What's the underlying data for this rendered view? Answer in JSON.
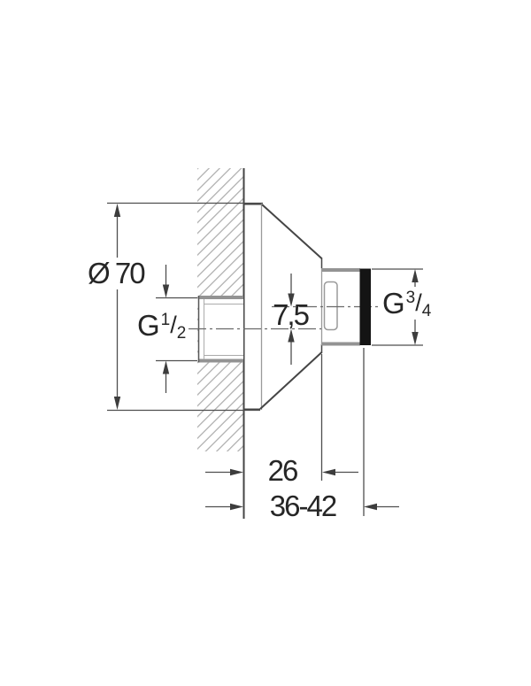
{
  "drawing": {
    "labels": {
      "diameter": "Ø 70",
      "offset": "7,5",
      "distance_wall_min": "26",
      "distance_wall_range": "36-42",
      "inlet_thread": {
        "prefix": "G",
        "numerator": "1",
        "slash": "/",
        "denominator": "2"
      },
      "outlet_thread": {
        "prefix": "G",
        "numerator": "3",
        "slash": "/",
        "denominator": "4"
      }
    },
    "colors": {
      "background": "#ffffff",
      "object_outline": "#454545",
      "thick_edge": "#939393",
      "thin_edge": "#9a9a9a",
      "dimension_line": "#4f4f4f",
      "centerline": "#6a6a6a",
      "hatch": "#b8b8b8",
      "seal_band": "#141414",
      "text": "#262626"
    }
  }
}
